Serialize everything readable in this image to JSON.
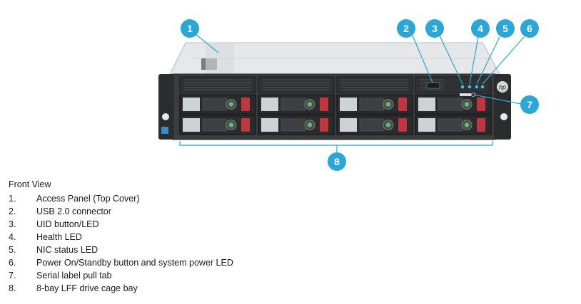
{
  "caption": "Front View",
  "callouts": [
    "1",
    "2",
    "3",
    "4",
    "5",
    "6",
    "7",
    "8"
  ],
  "legend": [
    {
      "num": "1.",
      "text": "Access Panel (Top Cover)"
    },
    {
      "num": "2.",
      "text": "USB 2.0 connector"
    },
    {
      "num": "3.",
      "text": "UID button/LED"
    },
    {
      "num": "4.",
      "text": "Health LED"
    },
    {
      "num": "5.",
      "text": "NIC status LED"
    },
    {
      "num": "6.",
      "text": "Power On/Standby button and system power LED"
    },
    {
      "num": "7.",
      "text": "Serial label pull tab"
    },
    {
      "num": "8.",
      "text": "8-bay LFF drive cage bay"
    }
  ],
  "logo": "hp",
  "colors": {
    "callout": "#2aa6d8",
    "leader": "#2aa6d8",
    "drive_latch": "#c0363f",
    "led": "#3cc0e0"
  }
}
